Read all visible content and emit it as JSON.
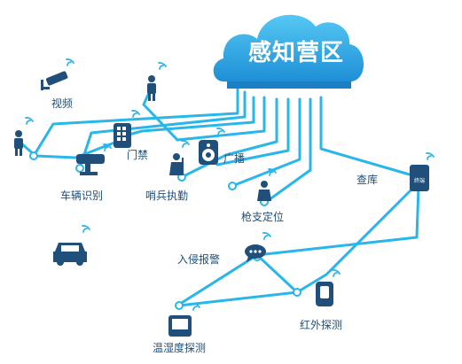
{
  "diagram": {
    "center": "感知营区",
    "nodes": [
      {
        "id": "video",
        "label": "视频",
        "icon": "cctv-camera-icon"
      },
      {
        "id": "person-left",
        "label": "",
        "icon": "person-icon"
      },
      {
        "id": "person-top",
        "label": "",
        "icon": "person-icon"
      },
      {
        "id": "access",
        "label": "门禁",
        "icon": "keypad-icon"
      },
      {
        "id": "broadcast",
        "label": "广播",
        "icon": "speaker-icon"
      },
      {
        "id": "vehicle",
        "label": "车辆识别",
        "icon": "vehicle-camera-icon"
      },
      {
        "id": "sentry",
        "label": "哨兵执勤",
        "icon": "guard-icon"
      },
      {
        "id": "gun",
        "label": "枪支定位",
        "icon": "guard-icon"
      },
      {
        "id": "check",
        "label": "查库",
        "icon": "reader-icon"
      },
      {
        "id": "car",
        "label": "",
        "icon": "car-icon"
      },
      {
        "id": "intrusion",
        "label": "入侵报警",
        "icon": "alarm-icon"
      },
      {
        "id": "infrared",
        "label": "红外探测",
        "icon": "infrared-sensor-icon"
      },
      {
        "id": "temp",
        "label": "温湿度探测",
        "icon": "monitor-icon"
      }
    ],
    "device_text": {
      "check": "终端"
    }
  },
  "colors": {
    "accent": "#29b6ea",
    "cloud": "#2aa8e6",
    "label": "#1f4f7a",
    "dark": "#1f4f7a"
  }
}
